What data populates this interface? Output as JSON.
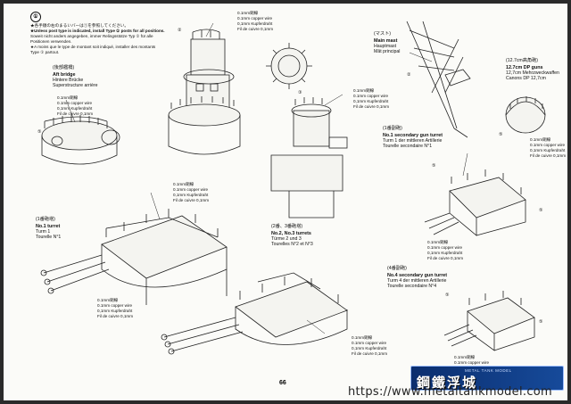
{
  "page_number": "66",
  "step_number": "①",
  "header_notes": [
    "★各手順の右のまるいバーは①を参照してください。",
    "★Unless post type is indicated, install Type ① posts for all positions.",
    "Soweit nicht anders angegeben, immer Relingsstütze Typ ① für alle",
    "Positionen verwenden.",
    "★A moins que le type de montant soit indiqué, installer des montants",
    "Type ① partout."
  ],
  "parts": {
    "aft_bridge": {
      "jp": "(後部艦橋)",
      "en": "Aft bridge",
      "de": "Hintere Brücke",
      "fr": "Superstructure arrière"
    },
    "main_mast": {
      "jp": "(マスト)",
      "en": "Main mast",
      "de": "Hauptmast",
      "fr": "Mât principal"
    },
    "dp_guns": {
      "jp": "(12.7cm高角砲)",
      "en": "12.7cm DP guns",
      "de": "12,7cm Mehrzweckwaffen",
      "fr": "Canons DP 12,7cm"
    },
    "sec_turret_1": {
      "jp": "(1番副砲)",
      "en": "No.1 secondary gun turret",
      "de": "Turm 1 der mittleren Artillerie",
      "fr": "Tourelle secondaire N°1"
    },
    "turret_1": {
      "jp": "(1番砲塔)",
      "en": "No.1 turret",
      "de": "Turm 1",
      "fr": "Tourelle N°1"
    },
    "turret_2_3": {
      "jp": "(2番、3番砲塔)",
      "en": "No.2, No.3 turrets",
      "de": "Türme 2 und 3",
      "fr": "Tourelles N°2 et N°3"
    },
    "sec_turret_4": {
      "jp": "(4番副砲)",
      "en": "No.4 secondary gun turret",
      "de": "Turm 4 der mittleren Artillerie",
      "fr": "Tourelle secondaire N°4"
    }
  },
  "wire_callouts": {
    "jp": "0.1mm銅線",
    "en": "0.1mm copper wire",
    "de": "0,1mm Kupferdraht",
    "fr": "Fil de cuivre 0,1mm"
  },
  "post_type_marks": [
    "②",
    "③",
    "⑤"
  ],
  "watermark": {
    "url": "https://www.metaltankmodel.com",
    "logo_main": "鋼鐵浮城",
    "logo_sub": "METAL TANK MODEL"
  }
}
